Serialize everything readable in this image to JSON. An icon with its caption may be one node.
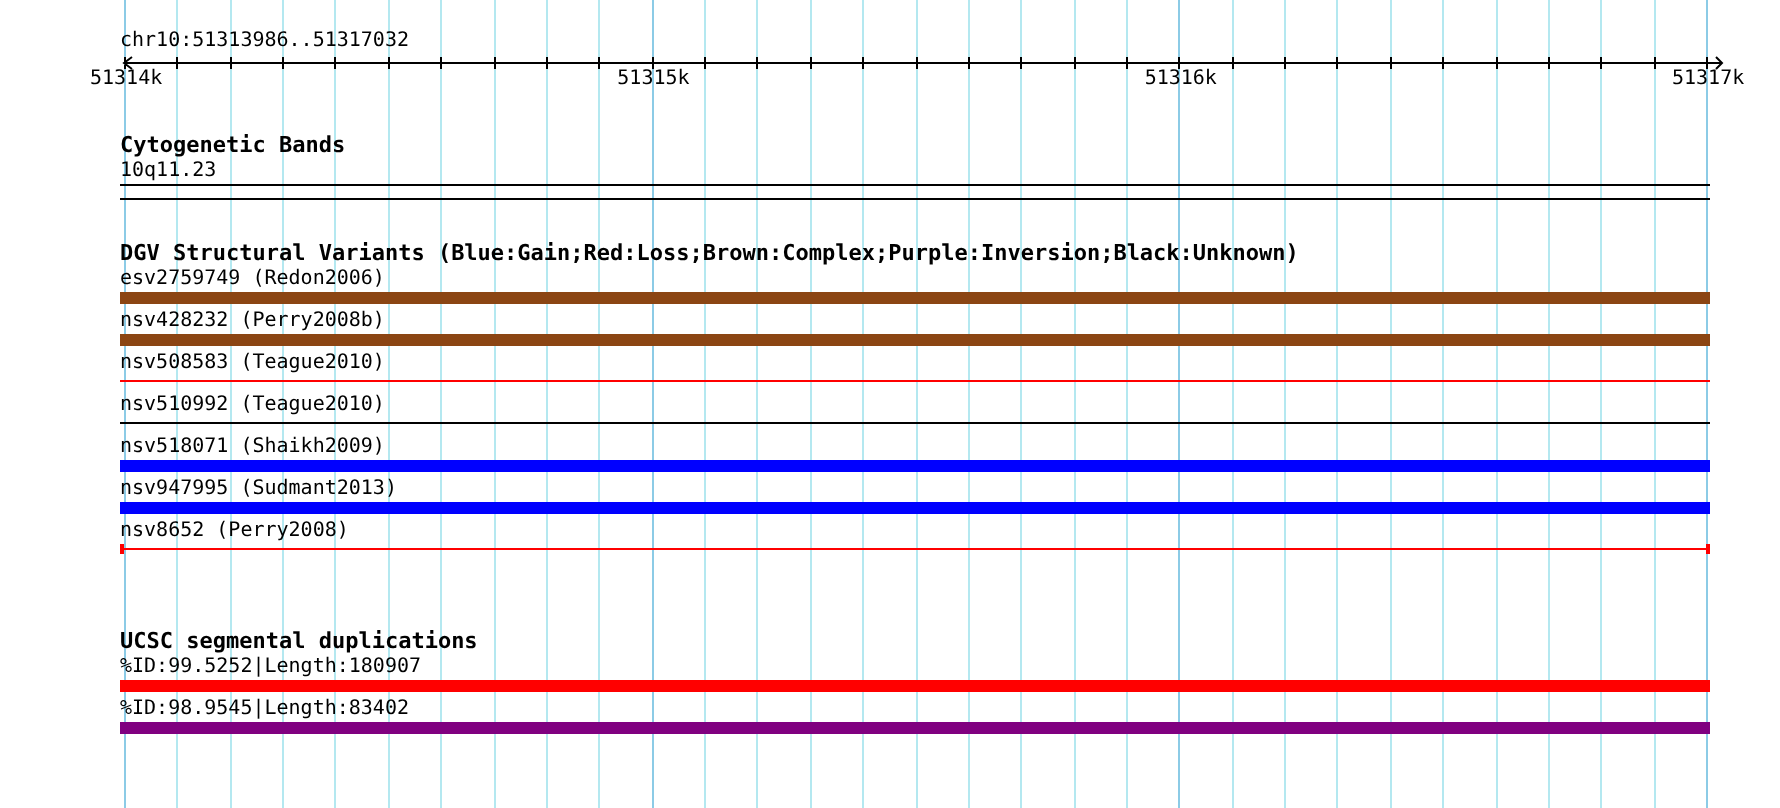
{
  "diagram": {
    "nodes": [
      {
        "text": [
          "Cytogenetic Bands"
        ]
      },
      {
        "text": [
          "10q11.23"
        ],
        "in": 0
      },
      {
        "text": [
          "DGV Structural Variants (Blue:Gain;Red:Loss;Brown:Complex;Purple:Inversion;Black:Unknown)"
        ]
      },
      {
        "text": [
          "esv2759749 (Redon2006)"
        ],
        "in": 2
      },
      {
        "text": [
          "nsv428232 (Perry2008b)"
        ],
        "in": 2
      },
      {
        "text": [
          "nsv508583 (Teague2010)"
        ],
        "in": 2
      },
      {
        "text": [
          "nsv510992 (Teague2010)"
        ],
        "in": 2
      },
      {
        "text": [
          "nsv518071 (Shaikh2009)"
        ],
        "in": 2
      },
      {
        "text": [
          "nsv947995 (Sudmant2013)"
        ],
        "in": 2
      },
      {
        "text": [
          "nsv8652 (Perry2008)"
        ],
        "in": 2
      },
      {
        "text": [
          "UCSC segmental duplications"
        ]
      },
      {
        "text": [
          "%ID:99.5252|Length:180907"
        ],
        "in": 10
      },
      {
        "text": [
          "%ID:98.9545|Length:83402"
        ],
        "in": 10
      }
    ],
    "labels": [
      "chr10:51313986..51317032",
      "51314k",
      "51315k",
      "51316k",
      "51317k"
    ]
  }
}
